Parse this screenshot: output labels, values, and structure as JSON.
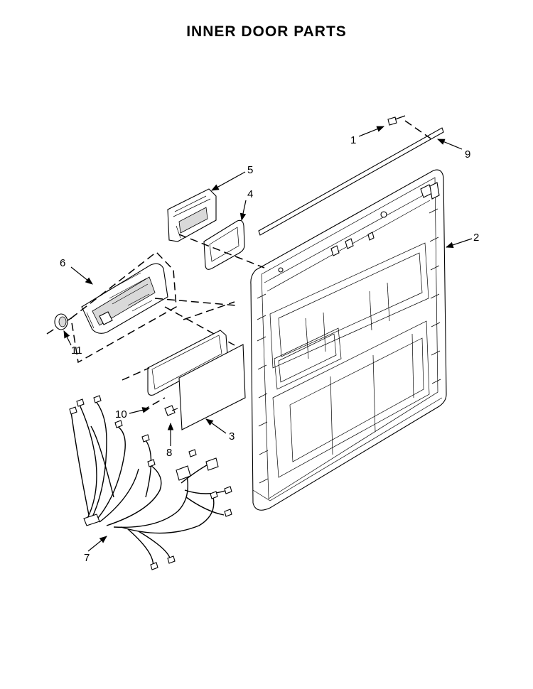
{
  "title": "INNER DOOR PARTS",
  "callouts": [
    {
      "id": "1",
      "label": "1"
    },
    {
      "id": "2",
      "label": "2"
    },
    {
      "id": "3",
      "label": "3"
    },
    {
      "id": "4",
      "label": "4"
    },
    {
      "id": "5",
      "label": "5"
    },
    {
      "id": "6",
      "label": "6"
    },
    {
      "id": "7",
      "label": "7"
    },
    {
      "id": "8",
      "label": "8"
    },
    {
      "id": "9",
      "label": "9"
    },
    {
      "id": "10",
      "label": "10"
    },
    {
      "id": "11",
      "label": "11"
    }
  ]
}
